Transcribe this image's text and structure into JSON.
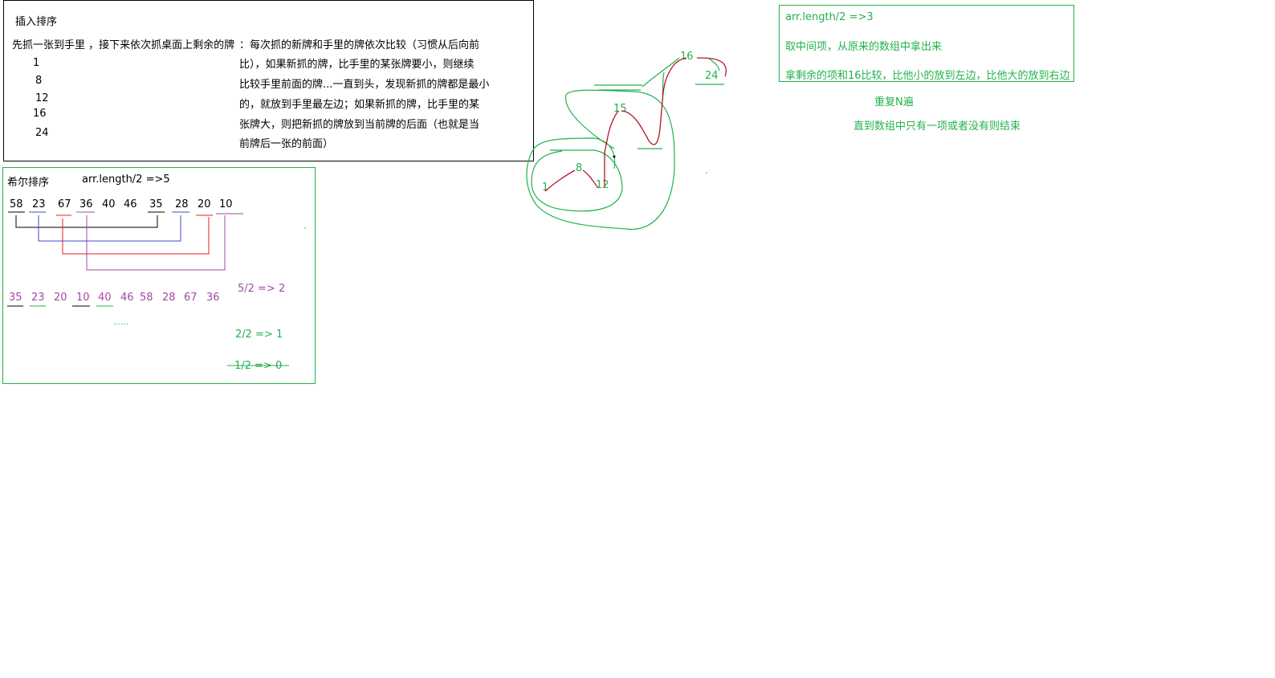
{
  "insertion": {
    "title": "插入排序",
    "desc_left": "先抓一张到手里 ，接下来依次抓桌面上剩余的牌",
    "desc_lines": [
      "：每次抓的新牌和手里的牌依次比较（习惯从后向前",
      "比），如果新抓的牌，比手里的某张牌要小，则继续",
      "比较手里前面的牌...一直到头，发现新抓的牌都是最小",
      "的，就放到手里最左边；如果新抓的牌，比手里的某",
      "张牌大，则把新抓的牌放到当前牌的后面（也就是当",
      "前牌后一张的前面）"
    ],
    "cards": [
      "1",
      "8",
      "12",
      "16",
      "24"
    ]
  },
  "shell": {
    "title": "希尔排序",
    "formula": "arr.length/2   =>5",
    "row1": [
      "58",
      "23",
      "67",
      "36",
      "40",
      "46",
      "35",
      "28",
      "20",
      "10"
    ],
    "row2": [
      "35",
      "23",
      "20",
      "10",
      "40",
      "46",
      "58",
      "28",
      "67",
      "36"
    ],
    "ellipsis": "......",
    "step1": "5/2 => 2",
    "step2": "2/2 => 1",
    "step3": "1/2 => 0",
    "colors": {
      "black": "#000000",
      "blue": "#3f48cc",
      "red": "#ed1c24",
      "purple": "#a349a4",
      "green": "#22b14c"
    }
  },
  "quick": {
    "formula": "arr.length/2   =>3",
    "line1": "取中间项，从原来的数组中拿出来",
    "line2": "拿剩余的项和16比较，比他小的放到左边，比他大的放到右边",
    "repeat": "重复N遍",
    "end": "直到数组中只有一项或者没有则结束"
  },
  "tree": {
    "nodes": [
      "16",
      "24",
      "15",
      "8",
      "1",
      "12"
    ]
  }
}
